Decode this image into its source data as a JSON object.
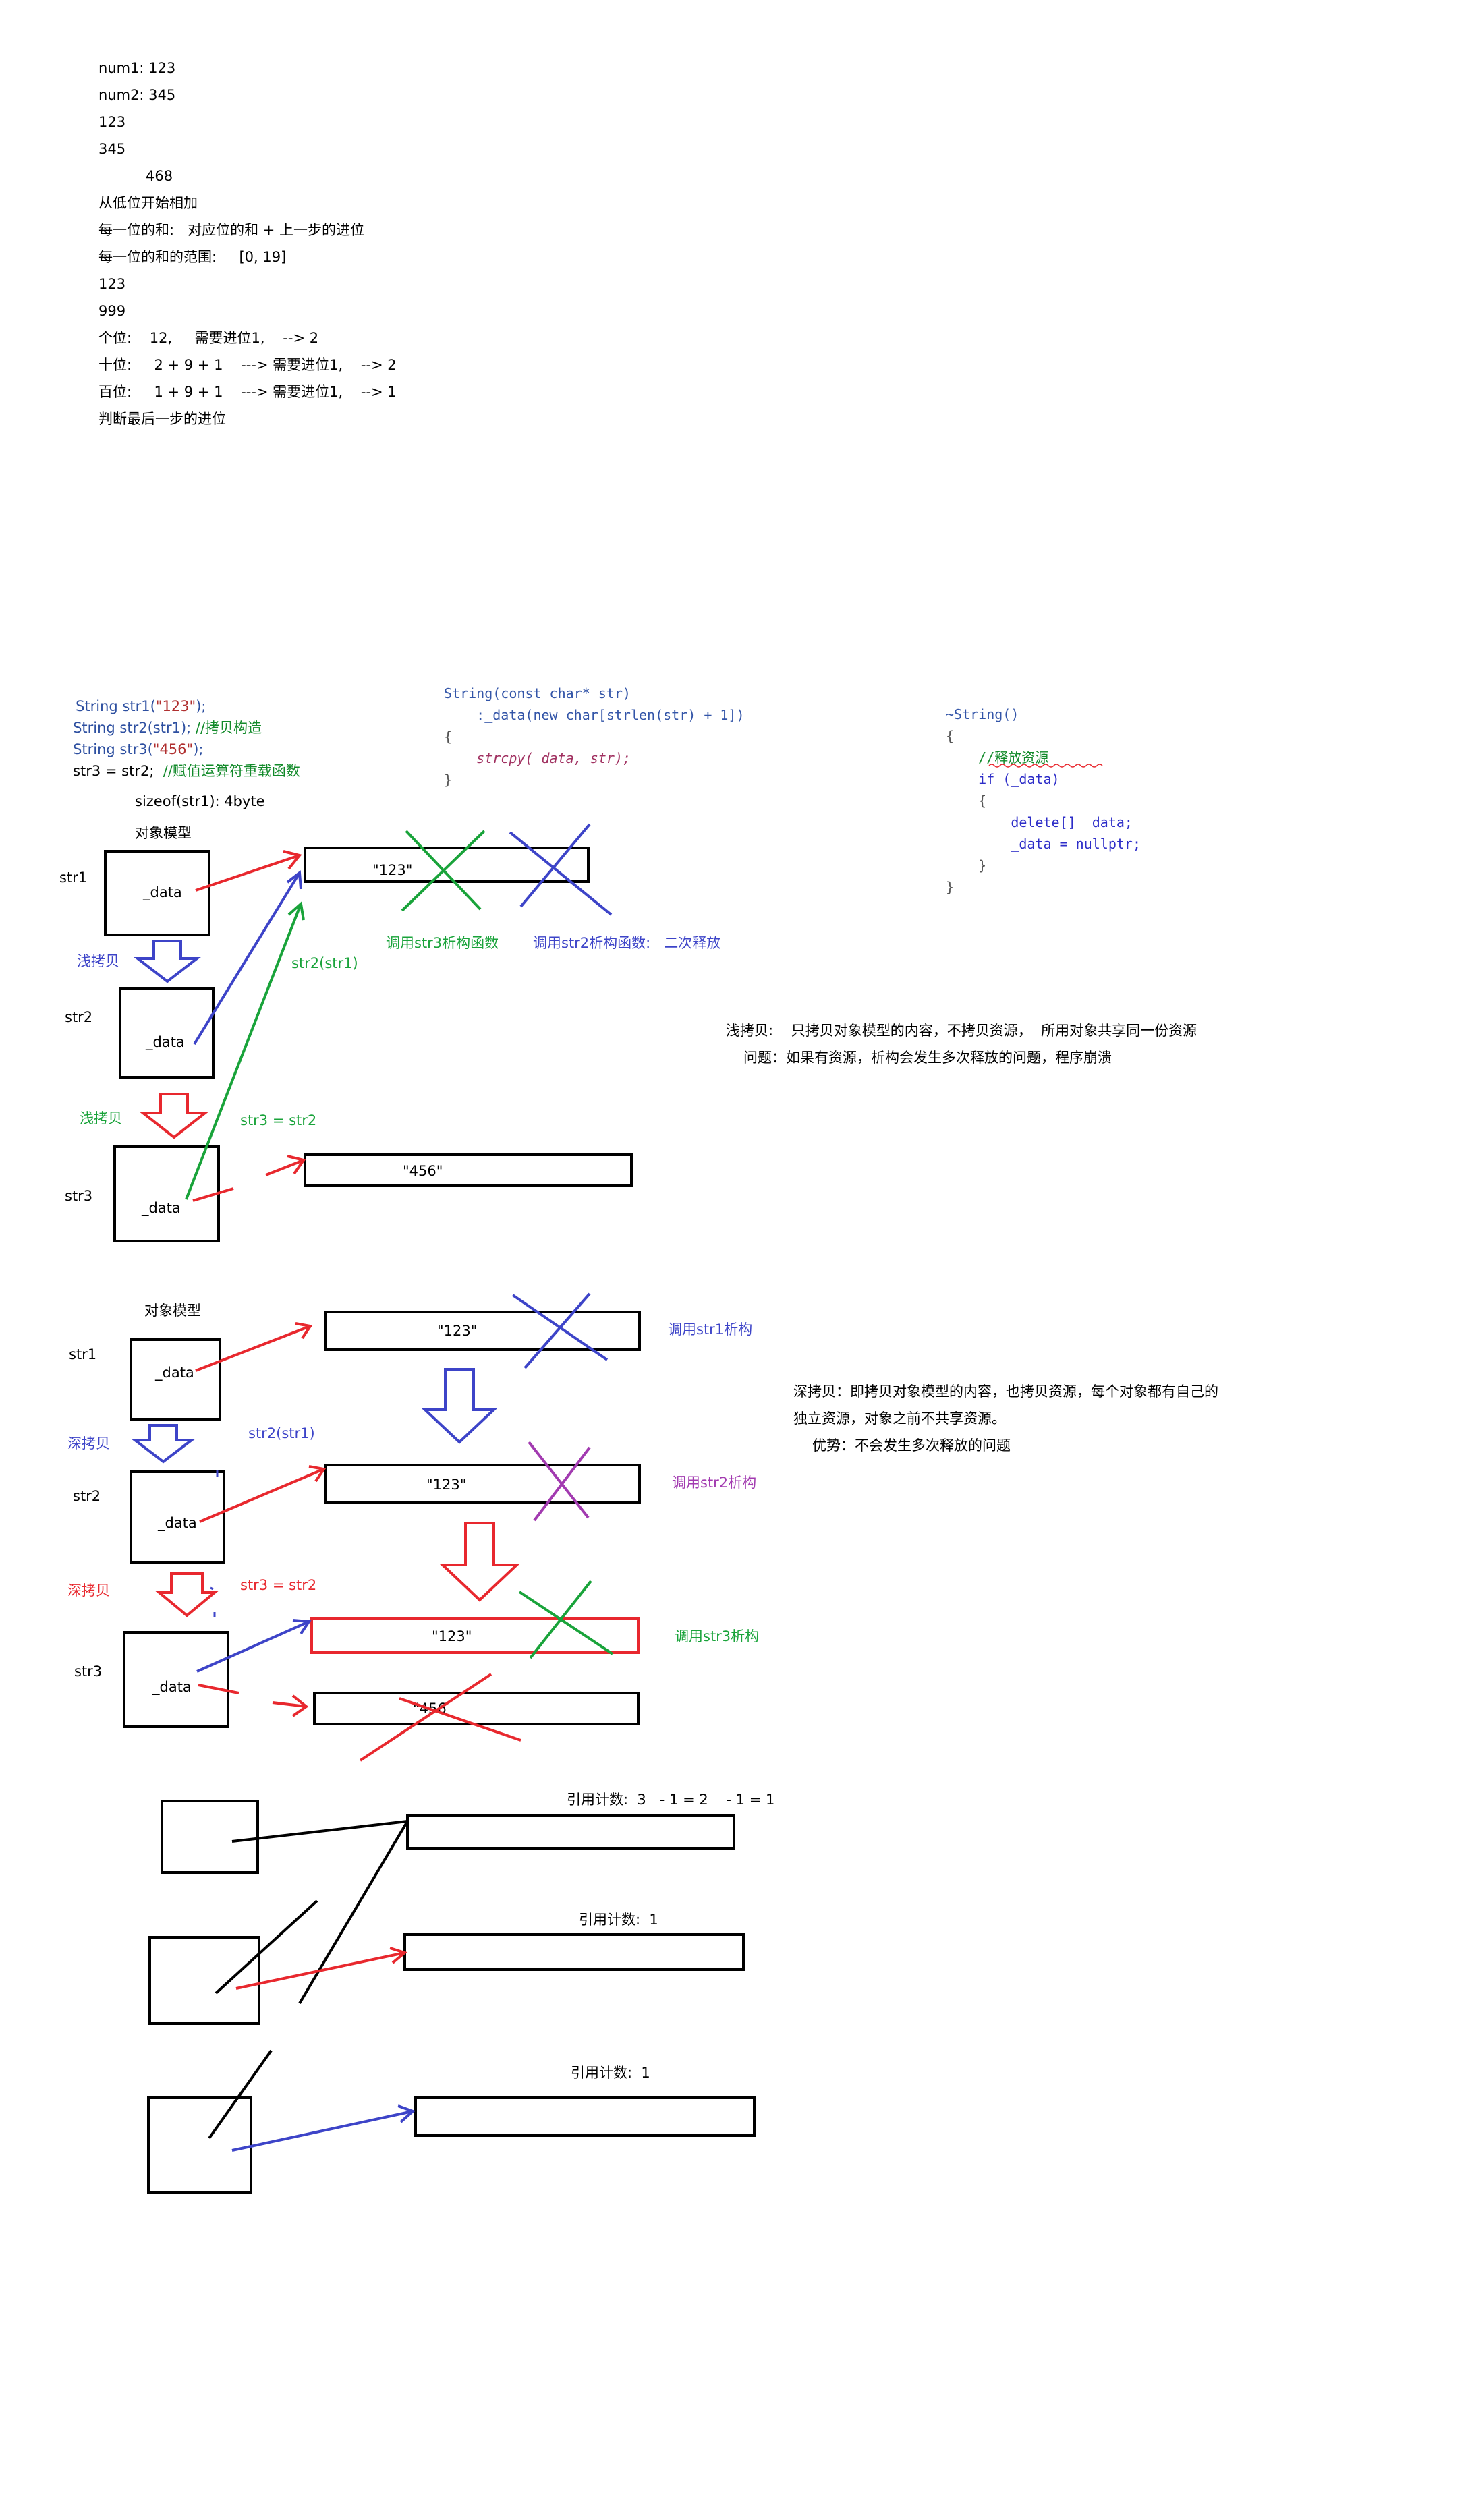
{
  "notes": {
    "lines": [
      "num1: 123",
      "num2: 345",
      "123",
      "345",
      "468",
      "从低位开始相加",
      "每一位的和:   对应位的和 + 上一步的进位",
      "每一位的和的范围:     [0, 19]",
      "123",
      "999",
      "个位:    12,     需要进位1,    --> 2",
      "十位:     2 + 9 + 1    ---> 需要进位1,    --> 2",
      "百位:     1 + 9 + 1    ---> 需要进位1,    --> 1",
      "判断最后一步的进位"
    ]
  },
  "decls": {
    "line1_a": "String str1(",
    "line1_b": "\"123\"",
    "line1_c": ");",
    "line2_a": "String str2(str1); ",
    "line2_b": "//拷贝构造",
    "line3_a": "String str3(",
    "line3_b": "\"456\"",
    "line3_c": ");",
    "line4_a": "str3 = str2;  ",
    "line4_b": "//赋值运算符重载函数"
  },
  "ctor_code": {
    "l1": "String(const char* str)",
    "l2": "    :_data(new char[strlen(str) + 1])",
    "l3": "{",
    "l4": "    strcpy(_data, str);",
    "l5": "}"
  },
  "dtor_code": {
    "l1": "~String()",
    "l2": "{",
    "l3": "    //释放资源",
    "l4": "    if (_data)",
    "l5": "    {",
    "l6": "        delete[] _data;",
    "l7": "        _data = nullptr;",
    "l8": "    }",
    "l9": "}"
  },
  "shallow": {
    "sizeof": "sizeof(str1): 4byte",
    "model": "对象模型",
    "str1": "str1",
    "str2": "str2",
    "str3": "str3",
    "data": "_data",
    "copy1": "浅拷贝",
    "copy2": "浅拷贝",
    "val123": "\"123\"",
    "val456": "\"456\"",
    "str2_str1": "str2(str1)",
    "str3_str2": "str3 = str2",
    "dtor3": "调用str3析构函数",
    "dtor2": "调用str2析构函数:   二次释放",
    "explain1": "浅拷贝:    只拷贝对象模型的内容，不拷贝资源，  所用对象共享同一份资源",
    "explain2": "问题：如果有资源，析构会发生多次释放的问题，程序崩溃"
  },
  "deep": {
    "model": "对象模型",
    "str1": "str1",
    "str2": "str2",
    "str3": "str3",
    "data": "_data",
    "copy1": "深拷贝",
    "copy2": "深拷贝",
    "val1": "\"123\"",
    "val2": "\"123\"",
    "val3": "\"123\"",
    "val456": "\"456",
    "str2_str1": "str2(str1)",
    "str3_str2": "str3 = str2",
    "dtor1": "调用str1析构",
    "dtor2": "调用str2析构",
    "dtor3": "调用str3析构",
    "explain1": "深拷贝：即拷贝对象模型的内容，也拷贝资源，每个对象都有自己的",
    "explain2": "独立资源，对象之前不共享资源。",
    "explain3": "优势：不会发生多次释放的问题"
  },
  "refcount": {
    "r1": "引用计数:  3   - 1 = 2    - 1 = 1",
    "r2": "引用计数:  1",
    "r3": "引用计数:  1"
  },
  "colors": {
    "red": "#e8282e",
    "blue": "#3d44c8",
    "green": "#19a33a",
    "purple": "#a23ab0",
    "code_blue": "#2d2dc8",
    "comment_green": "#128a2a",
    "string_red": "#b03030"
  }
}
